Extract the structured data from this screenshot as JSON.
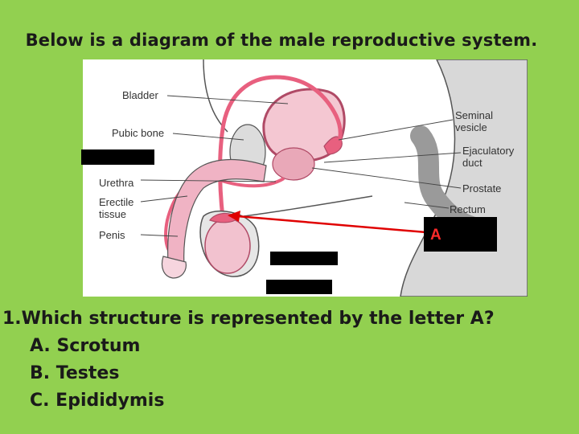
{
  "title": "Below is a diagram of the male reproductive system.",
  "diagram": {
    "labels": {
      "bladder": "Bladder",
      "pubic_bone": "Pubic bone",
      "urethra": "Urethra",
      "erectile_1": "Erectile",
      "erectile_2": "tissue",
      "penis": "Penis",
      "seminal_1": "Seminal",
      "seminal_2": "vesicle",
      "ejac_1": "Ejaculatory",
      "ejac_2": "duct",
      "prostate": "Prostate",
      "rectum": "Rectum"
    },
    "marker_letter": "A",
    "colors": {
      "background": "#92d050",
      "arrow": "#e00000",
      "letter": "#ff2a2a",
      "tissue_pink": "#f0b3c4",
      "duct_pink": "#e8607f"
    }
  },
  "question": {
    "text": "1.Which structure is represented by the letter A?",
    "options": [
      "A. Scrotum",
      "B. Testes",
      "C. Epididymis"
    ]
  }
}
